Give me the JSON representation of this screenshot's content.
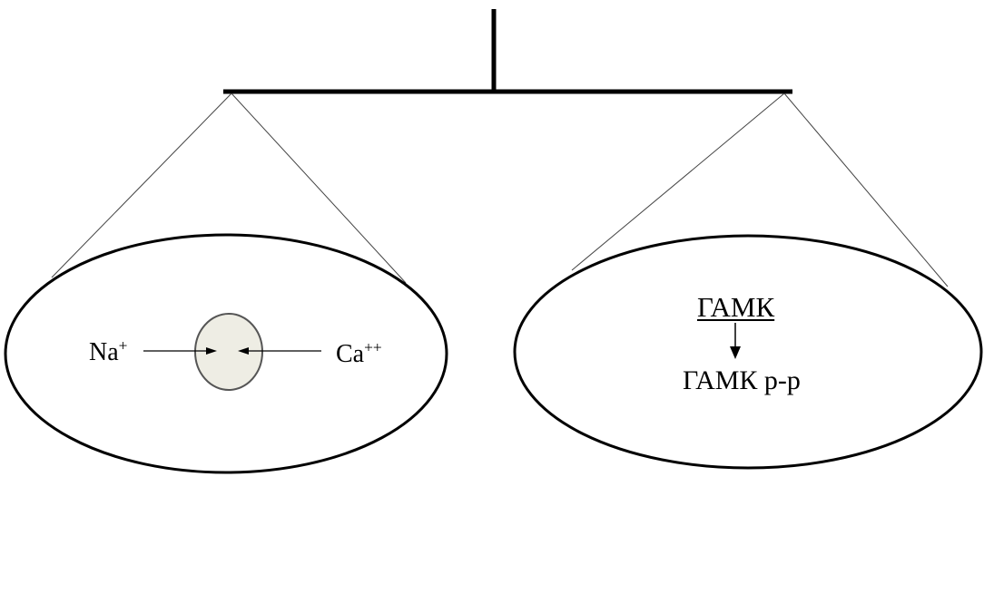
{
  "left_pan": {
    "ion_left": {
      "symbol": "Na",
      "charge": "+"
    },
    "ion_right": {
      "symbol": "Ca",
      "charge": "++"
    }
  },
  "right_pan": {
    "top_label": "ГАМК",
    "bottom_label": "ГАМК р-р"
  },
  "colors": {
    "stroke": "#000000",
    "cell_fill": "#eeede4",
    "cell_stroke": "#555555"
  }
}
